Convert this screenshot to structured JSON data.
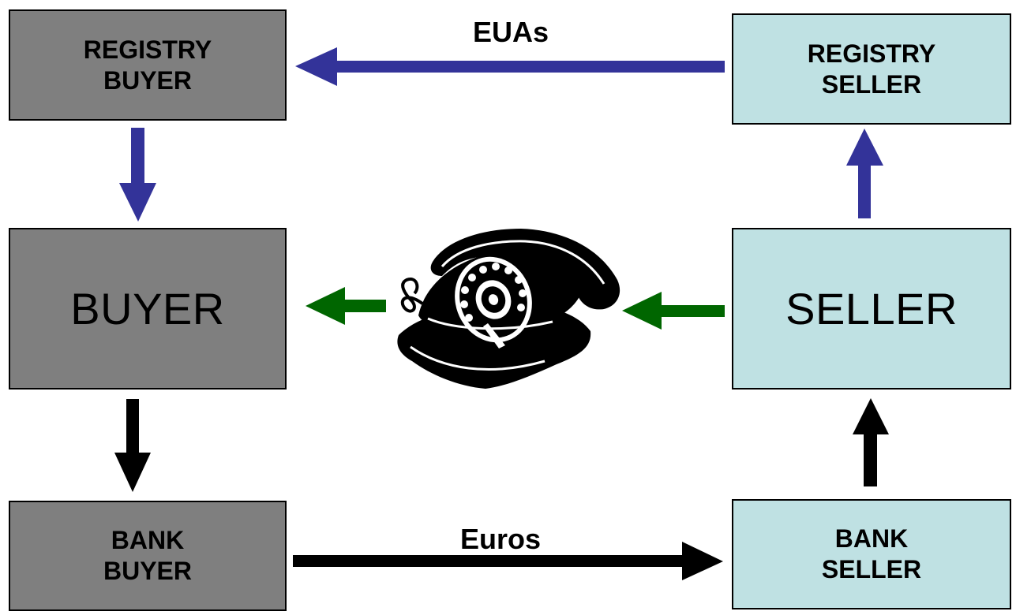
{
  "colors": {
    "buyer_fill": "#7f7f7f",
    "seller_fill": "#bfe1e3",
    "eua_arrow": "#333399",
    "order_arrow": "#006600",
    "euro_arrow": "#000000"
  },
  "boxes": {
    "registry_buyer": {
      "line1": "REGISTRY",
      "line2": "BUYER"
    },
    "registry_seller": {
      "line1": "REGISTRY",
      "line2": "SELLER"
    },
    "buyer": {
      "label": "BUYER"
    },
    "seller": {
      "label": "SELLER"
    },
    "bank_buyer": {
      "line1": "BANK",
      "line2": "BUYER"
    },
    "bank_seller": {
      "line1": "BANK",
      "line2": "SELLER"
    }
  },
  "flows": {
    "euas_label": "EUAs",
    "euros_label": "Euros"
  },
  "icons": {
    "telephone": "rotary-telephone-icon"
  }
}
